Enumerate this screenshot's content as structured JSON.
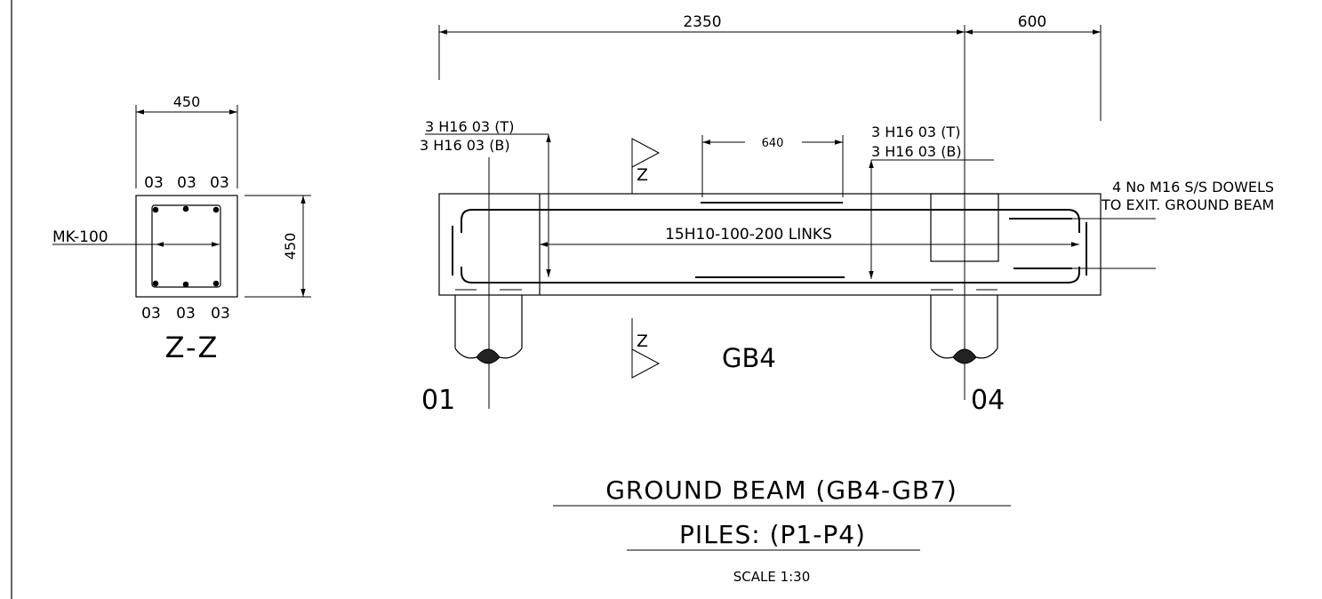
{
  "section": {
    "width_dim": "450",
    "height_dim": "450",
    "top_bars": [
      "03",
      "03",
      "03"
    ],
    "bottom_bars": [
      "03",
      "03",
      "03"
    ],
    "link_mark": "MK-100",
    "title": "Z-Z"
  },
  "elevation": {
    "dim_span": "2350",
    "dim_overhang": "600",
    "dim_lap": "640",
    "left_top_bars": "3 H16 03 (T)",
    "left_bottom_bars": "3 H16 03 (B)",
    "right_top_bars": "3 H16 03 (T)",
    "right_bottom_bars": "3 H16 03 (B)",
    "links": "15H10-100-200 LINKS",
    "dowels_line1": "4 No M16 S/S DOWELS",
    "dowels_line2": "TO EXIT. GROUND BEAM",
    "section_mark_top": "Z",
    "section_mark_bottom": "Z",
    "beam_mark": "GB4",
    "gridline_left": "01",
    "gridline_right": "04"
  },
  "title_block": {
    "title": "GROUND BEAM (GB4-GB7)",
    "subtitle": "PILES: (P1-P4)",
    "scale": "SCALE 1:30"
  }
}
